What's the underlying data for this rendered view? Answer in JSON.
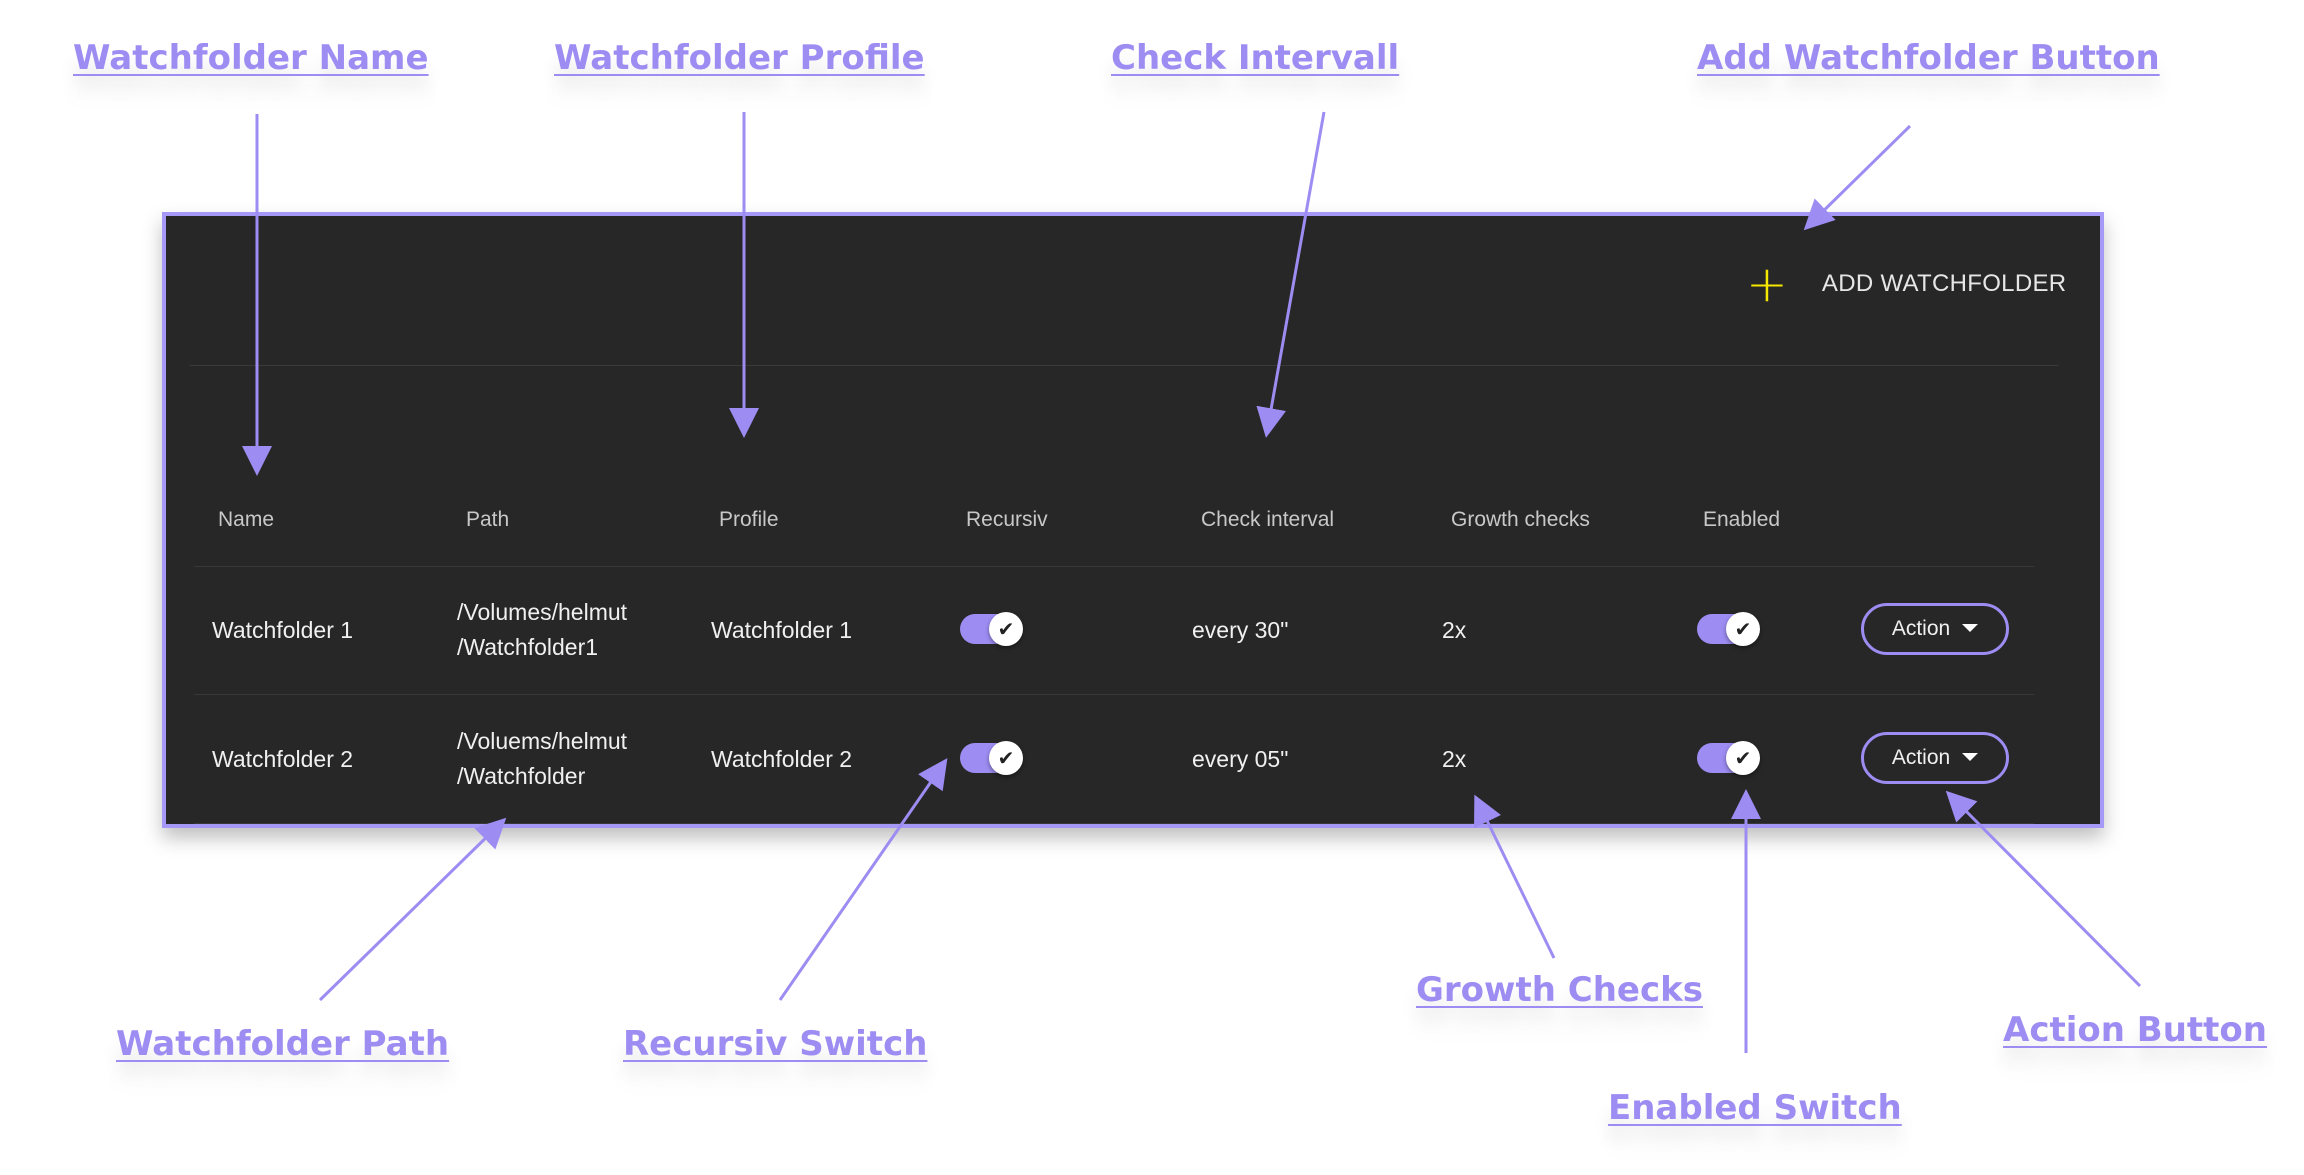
{
  "annotations": {
    "watchfolder_name": "Watchfolder Name",
    "watchfolder_profile": "Watchfolder Profile",
    "check_intervall": "Check Intervall",
    "add_watchfolder_button": "Add Watchfolder Button",
    "watchfolder_path": "Watchfolder Path",
    "recursiv_switch": "Recursiv Switch",
    "growth_checks": "Growth Checks",
    "enabled_switch": "Enabled Switch",
    "action_button": "Action Button"
  },
  "colors": {
    "accent": "#9d8cf2",
    "panel_bg": "#272727",
    "plus_icon": "#f5e700"
  },
  "toolbar": {
    "add_icon": "plus-icon",
    "add_label": "ADD WATCHFOLDER"
  },
  "table": {
    "headers": [
      "Name",
      "Path",
      "Profile",
      "Recursiv",
      "Check interval",
      "Growth checks",
      "Enabled"
    ],
    "rows": [
      {
        "name": "Watchfolder 1",
        "path_line1": "/Volumes/helmut",
        "path_line2": "/Watchfolder1",
        "profile": "Watchfolder 1",
        "recursiv": true,
        "check_interval": "every 30\"",
        "growth_checks": "2x",
        "enabled": true,
        "action_label": "Action"
      },
      {
        "name": "Watchfolder 2",
        "path_line1": "/Voluems/helmut",
        "path_line2": "/Watchfolder",
        "profile": "Watchfolder 2",
        "recursiv": true,
        "check_interval": "every 05\"",
        "growth_checks": "2x",
        "enabled": true,
        "action_label": "Action"
      }
    ]
  }
}
